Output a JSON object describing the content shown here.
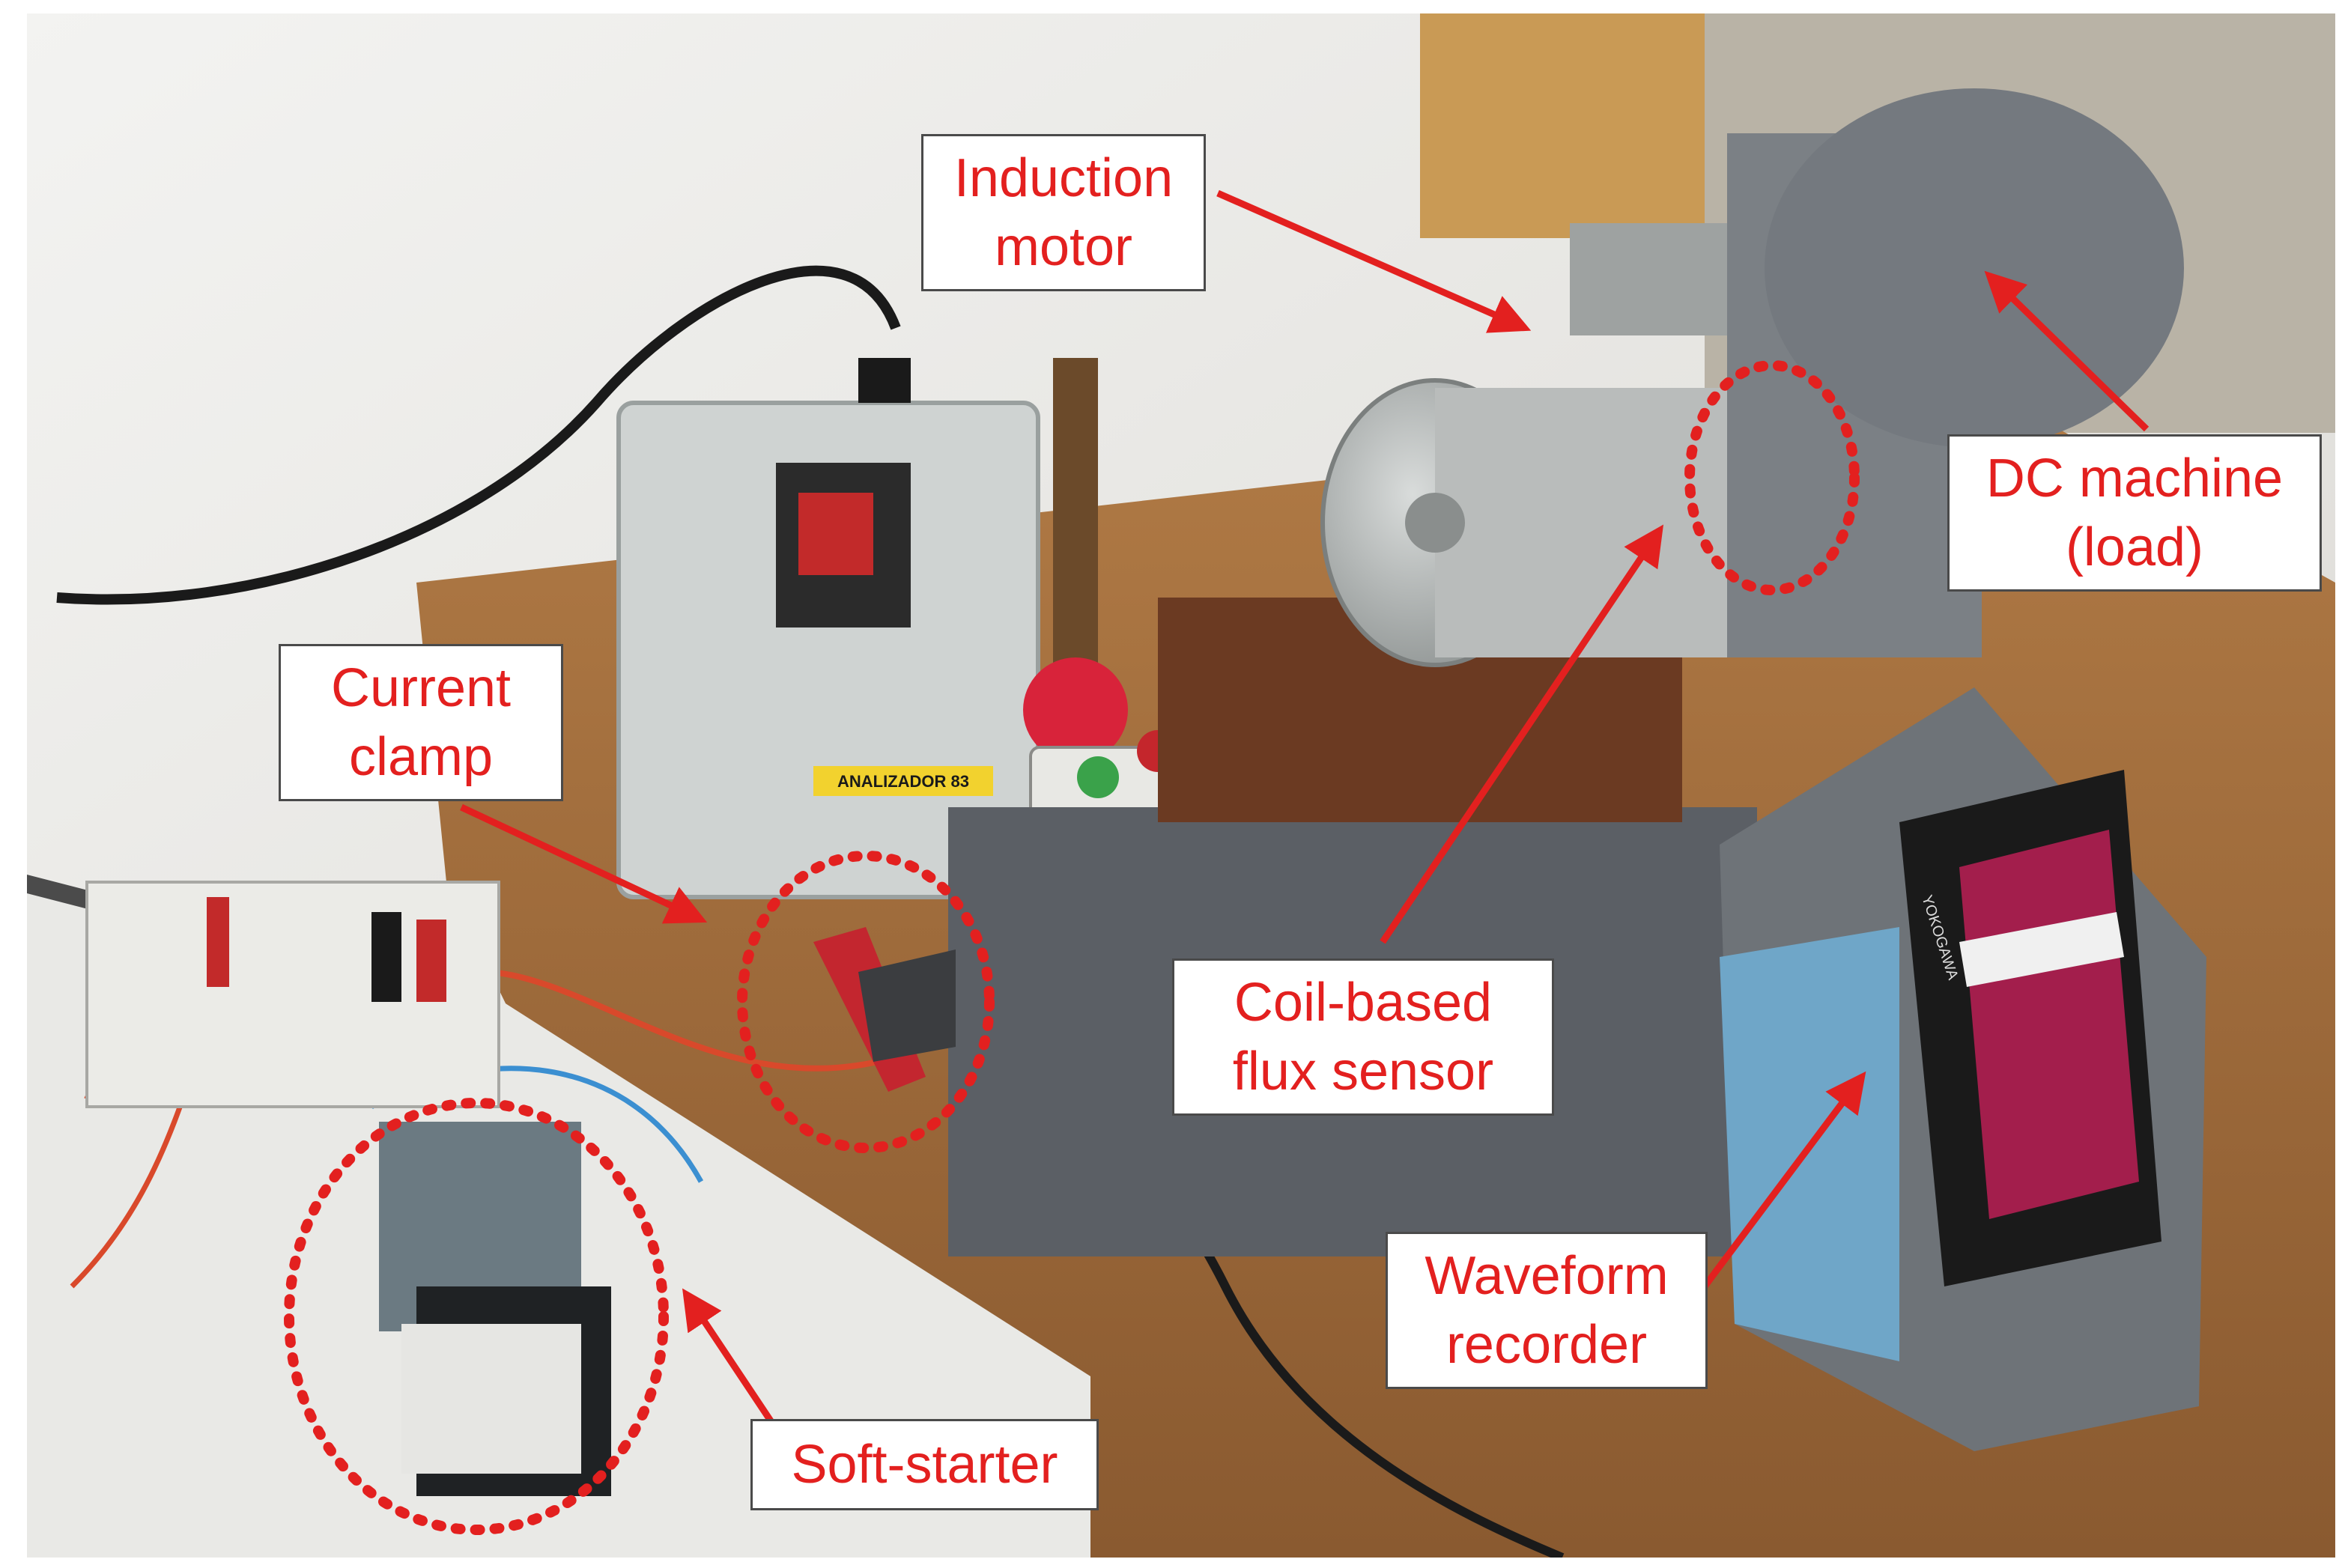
{
  "figure": {
    "label_color": "#e3201f",
    "highlight_style": "red dotted circle",
    "photo_subject": "laboratory test bench"
  },
  "labels": {
    "induction_motor": [
      "Induction",
      "motor"
    ],
    "dc_machine": [
      "DC machine",
      "(load)"
    ],
    "current_clamp": [
      "Current",
      "clamp"
    ],
    "coil_flux_sensor": [
      "Coil-based",
      "flux sensor"
    ],
    "waveform_recorder": [
      "Waveform",
      "recorder"
    ],
    "soft_starter": [
      "Soft-starter"
    ]
  },
  "device_markings": {
    "analyzer_box_label": "ANALIZADOR 83",
    "recorder_brand": "YOKOGAWA"
  }
}
